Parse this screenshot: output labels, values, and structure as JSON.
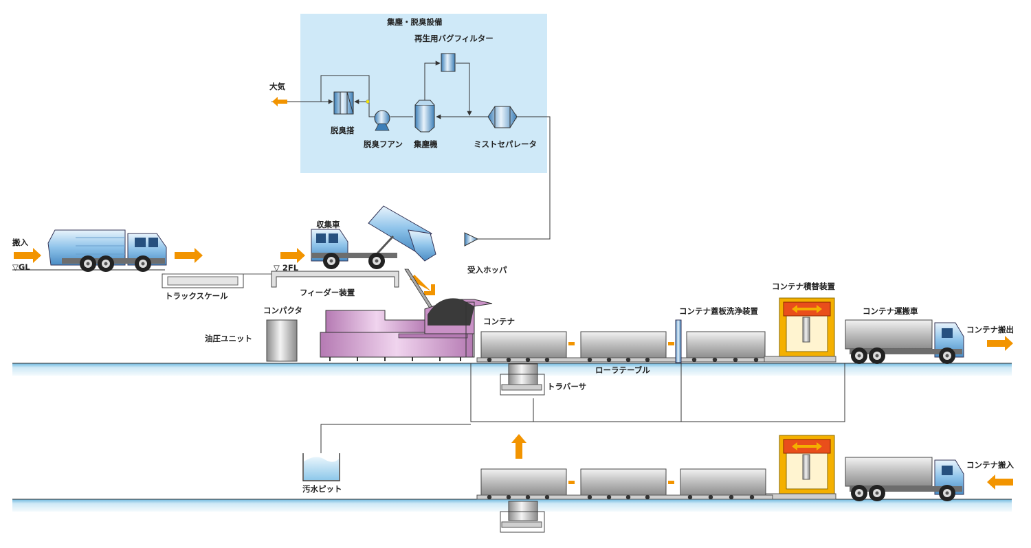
{
  "colors": {
    "panel": "#cfe9f8",
    "arrow": "#f29400",
    "floor_top": "#7fc3e6",
    "floor_bottom": "#e6f4fb",
    "compactor": "#c991c6",
    "lifter": "#f4b000",
    "lifter_plate": "#e94e1b",
    "truck_blue": "#7fb8e6",
    "container_grey": "#c8c8c8"
  },
  "labels": {
    "dust_deodor_facility": "集塵・脱臭設備",
    "regen_bag_filter": "再生用バグフィルター",
    "atmosphere": "大気",
    "deodor_tower": "脱臭搭",
    "deodor_fan": "脱臭フアン",
    "dust_collector": "集塵機",
    "mist_separator": "ミストセパレータ",
    "collection_truck": "収集車",
    "carry_in": "搬入",
    "gl_level": "▽GL",
    "second_floor_level": "▽ 2FL",
    "receiving_hopper": "受入ホッパ",
    "truck_scale": "トラックスケール",
    "feeder": "フィーダー装置",
    "compactor": "コンパクタ",
    "hydraulic_unit": "油圧ユニット",
    "container": "コンテナ",
    "lid_washer": "コンテナ蓋板洗浄装置",
    "container_lifter": "コンテナ積替装置",
    "container_truck": "コンテナ運搬車",
    "container_out": "コンテナ搬出",
    "roller_table": "ローラテーブル",
    "traverser": "トラバーサ",
    "sewage_pit": "汚水ピット",
    "container_in": "コンテナ搬入"
  }
}
